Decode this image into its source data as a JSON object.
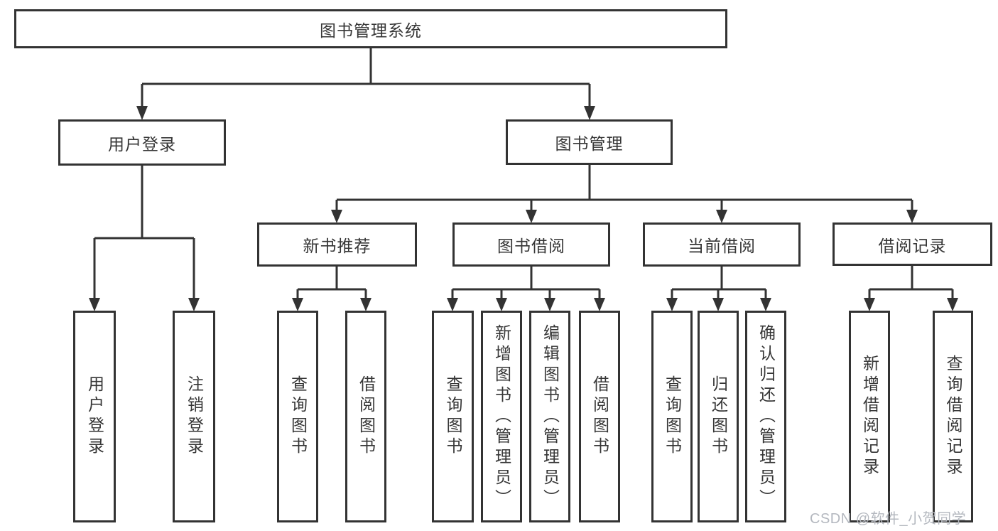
{
  "diagram": {
    "type": "hierarchy",
    "title": "图书管理系统",
    "watermark": "CSDN @软件_小贺同学",
    "colors": {
      "line": "#333333",
      "box_border": "#333333",
      "text": "#363636",
      "watermark": "#b4b8bf",
      "background": "#ffffff"
    },
    "nodes": {
      "root": {
        "label": "图书管理系统"
      },
      "user_login_branch": {
        "label": "用户登录"
      },
      "book_mgmt": {
        "label": "图书管理"
      },
      "new_book_rec": {
        "label": "新书推荐"
      },
      "book_borrow": {
        "label": "图书借阅"
      },
      "current_borrow": {
        "label": "当前借阅"
      },
      "borrow_records": {
        "label": "借阅记录"
      },
      "user_login": {
        "label": "用户登录"
      },
      "logout": {
        "label": "注销登录"
      },
      "rec_query_books": {
        "label": "查询图书"
      },
      "rec_borrow_books": {
        "label": "借阅图书"
      },
      "bb_query_books": {
        "label": "查询图书"
      },
      "bb_add_books": {
        "label": "新增图书（管理员）"
      },
      "bb_edit_books": {
        "label": "编辑图书（管理员）"
      },
      "bb_borrow_books": {
        "label": "借阅图书"
      },
      "cb_query_books": {
        "label": "查询图书"
      },
      "cb_return_books": {
        "label": "归还图书"
      },
      "cb_confirm_return": {
        "label": "确认归还（管理员）"
      },
      "br_add_record": {
        "label": "新增借阅记录"
      },
      "br_query_record": {
        "label": "查询借阅记录"
      }
    },
    "edges": [
      [
        "root",
        "user_login_branch"
      ],
      [
        "root",
        "book_mgmt"
      ],
      [
        "user_login_branch",
        "user_login"
      ],
      [
        "user_login_branch",
        "logout"
      ],
      [
        "book_mgmt",
        "new_book_rec"
      ],
      [
        "book_mgmt",
        "book_borrow"
      ],
      [
        "book_mgmt",
        "current_borrow"
      ],
      [
        "book_mgmt",
        "borrow_records"
      ],
      [
        "new_book_rec",
        "rec_query_books"
      ],
      [
        "new_book_rec",
        "rec_borrow_books"
      ],
      [
        "book_borrow",
        "bb_query_books"
      ],
      [
        "book_borrow",
        "bb_add_books"
      ],
      [
        "book_borrow",
        "bb_edit_books"
      ],
      [
        "book_borrow",
        "bb_borrow_books"
      ],
      [
        "current_borrow",
        "cb_query_books"
      ],
      [
        "current_borrow",
        "cb_return_books"
      ],
      [
        "current_borrow",
        "cb_confirm_return"
      ],
      [
        "borrow_records",
        "br_add_record"
      ],
      [
        "borrow_records",
        "br_query_record"
      ]
    ]
  }
}
